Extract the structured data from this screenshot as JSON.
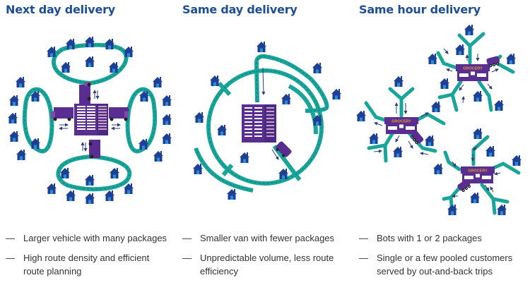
{
  "colors": {
    "title": "#1d4f91",
    "road": "#1aa59a",
    "road_dash": "#0e7e75",
    "house": "#1d3f94",
    "house_door": "#2a8bd6",
    "building": "#5a2d91",
    "building_dark": "#4b2a84",
    "building_accent": "#9a6f9e",
    "vehicle": "#5a2d91",
    "grocery_text": "#e59b2f",
    "arrow": "#2f3d7a",
    "text": "#333333"
  },
  "columns": [
    {
      "title": "Next day delivery",
      "bullets": [
        {
          "dash": "—",
          "text": "Larger vehicle with many packages"
        },
        {
          "dash": "—",
          "text": "High route density and efficient route planning"
        }
      ]
    },
    {
      "title": "Same day delivery",
      "bullets": [
        {
          "dash": "—",
          "text": "Smaller van with fewer packages"
        },
        {
          "dash": "—",
          "text": "Unpredictable volume, less route efficiency"
        }
      ]
    },
    {
      "title": "Same hour delivery",
      "bullets": [
        {
          "dash": "—",
          "text": "Bots with 1 or 2 packages"
        },
        {
          "dash": "—",
          "text": "Single or a few pooled customers served by out-and-back trips"
        }
      ]
    }
  ],
  "grocery_label": "GROCERY",
  "icons": {
    "house": "house-icon",
    "warehouse": "warehouse-icon",
    "truck": "truck-icon",
    "van": "van-icon",
    "bot": "delivery-bot-icon",
    "grocery": "grocery-store-icon",
    "arrow": "arrow-icon"
  }
}
